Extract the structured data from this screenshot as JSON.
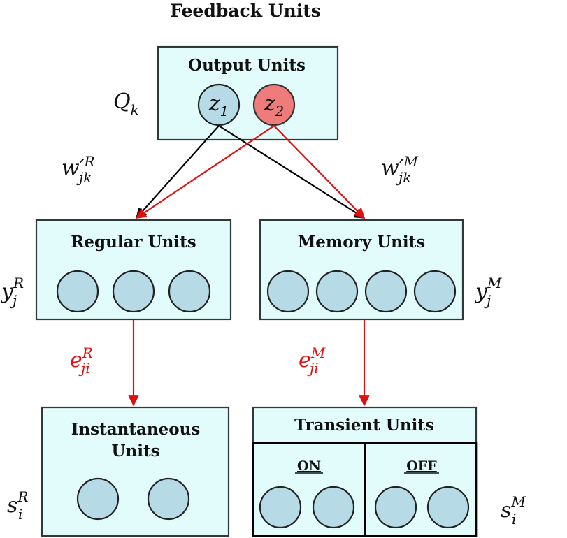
{
  "title": "Feedback Units",
  "output_layer": {
    "label": "Output Units",
    "layer_symbol": "Q",
    "layer_sub": "k",
    "nodes": [
      {
        "var": "z",
        "sub": "1",
        "color": "#b7dbe6"
      },
      {
        "var": "z",
        "sub": "2",
        "color": "#f07b7b"
      }
    ]
  },
  "weights": {
    "regular": {
      "base": "w′",
      "sup": "R",
      "sub": "jk"
    },
    "memory": {
      "base": "w′",
      "sup": "M",
      "sub": "jk"
    }
  },
  "hidden_layers": {
    "regular": {
      "label": "Regular Units",
      "symbol": "y",
      "sup": "R",
      "sub": "j",
      "node_count": 3
    },
    "memory": {
      "label": "Memory Units",
      "symbol": "y",
      "sup": "M",
      "sub": "j",
      "node_count": 4
    }
  },
  "connections_down": {
    "regular": {
      "base": "e",
      "sup": "R",
      "sub": "ji"
    },
    "memory": {
      "base": "e",
      "sup": "M",
      "sub": "ji"
    }
  },
  "input_layers": {
    "instantaneous": {
      "label_line1": "Instantaneous",
      "label_line2": "Units",
      "symbol": "s",
      "sup": "R",
      "sub": "i",
      "node_count": 2
    },
    "transient": {
      "label": "Transient Units",
      "on_label": "ON",
      "off_label": "OFF",
      "symbol": "s",
      "sup": "M",
      "sub": "i",
      "node_count": 4
    }
  },
  "colors": {
    "box_fill": "#e2fbfb",
    "neuron_fill": "#b7dbe6",
    "highlight_neuron": "#f07b7b",
    "red_connection": "#e01010",
    "black_connection": "#000000"
  }
}
